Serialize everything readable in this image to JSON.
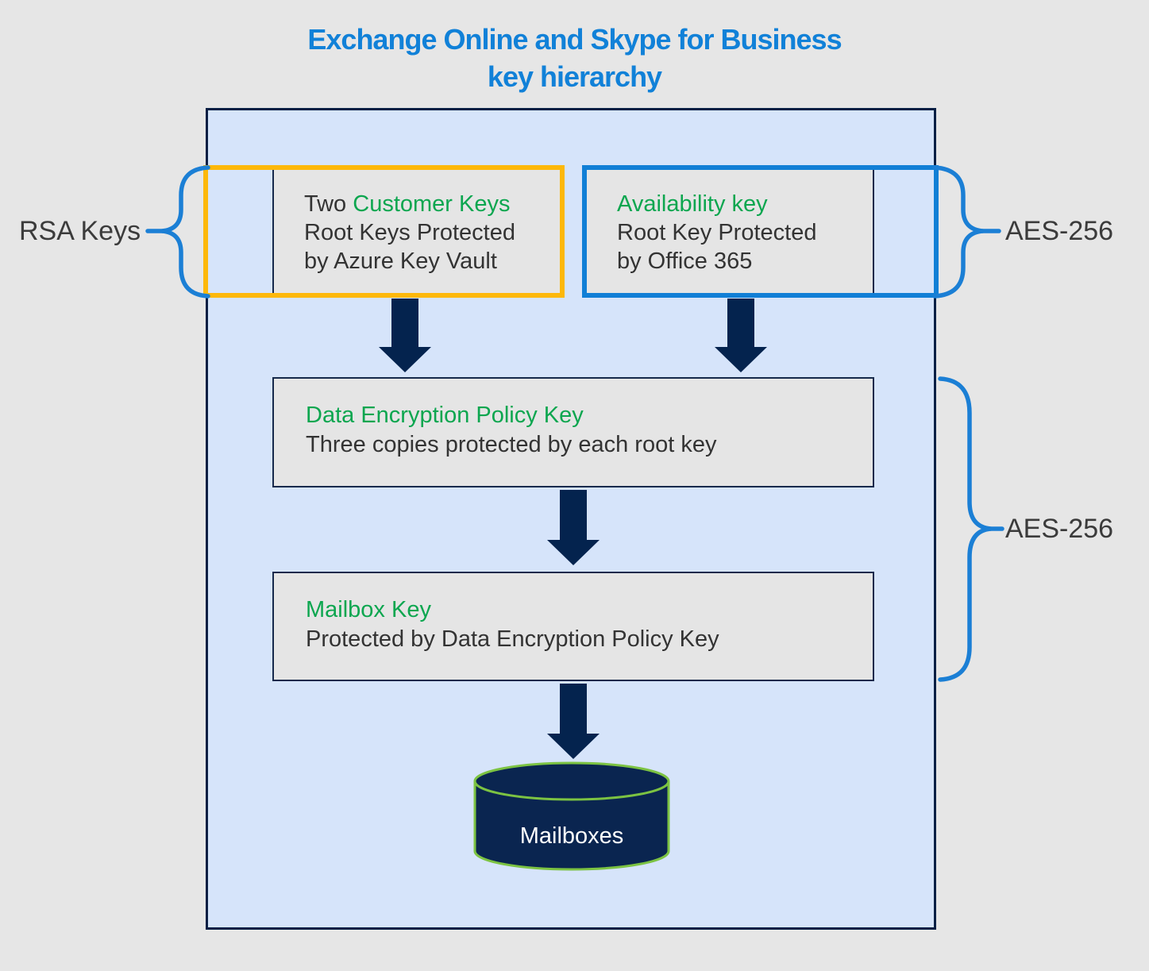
{
  "title": {
    "line1": "Exchange Online and Skype for Business",
    "line2": "key hierarchy"
  },
  "labels": {
    "rsa_keys": "RSA Keys",
    "aes_256_top": "AES-256",
    "aes_256_bottom": "AES-256"
  },
  "boxes": {
    "customer_keys": {
      "prefix": "Two ",
      "highlight": "Customer Keys",
      "line2": "Root Keys Protected",
      "line3": "by Azure Key Vault"
    },
    "availability_key": {
      "highlight": "Availability key",
      "line2": "Root Key Protected",
      "line3": "by Office 365"
    },
    "dep_key": {
      "highlight": "Data Encryption Policy Key",
      "line2": "Three copies protected by each root key"
    },
    "mailbox_key": {
      "highlight": "Mailbox Key",
      "line2": "Protected by Data Encryption Policy Key"
    }
  },
  "cylinder": {
    "label": "Mailboxes"
  },
  "colors": {
    "title_blue": "#1181d8",
    "accent_green": "#0ca64f",
    "border_orange": "#fdb80a",
    "border_blue": "#117fd6",
    "dark_navy": "#04234e",
    "container_fill": "#d6e4fa",
    "container_border": "#061f44",
    "gray_fill": "#e5e5e5",
    "cylinder_outline_green": "#7cc342",
    "label_gray": "#3b3b3b"
  }
}
